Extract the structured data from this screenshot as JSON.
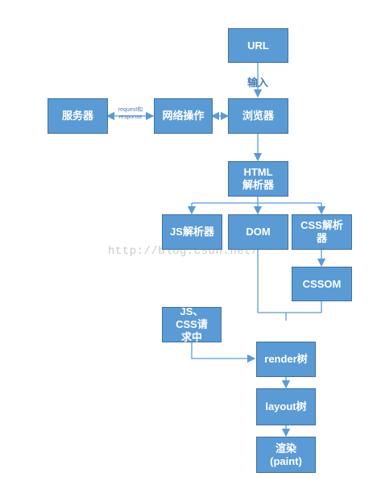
{
  "nodes": {
    "url": "URL",
    "browser": "浏览器",
    "network": "网络操作",
    "server": "服务器",
    "html_parser": "HTML解析器",
    "js_parser": "JS解析器",
    "dom": "DOM",
    "css_parser": "CSS解析器",
    "cssom": "CSSOM",
    "js_css_request": "JS、CSS请求中",
    "render_tree": "render树",
    "layout_tree": "layout树",
    "paint": "渲染(paint)"
  },
  "edge_labels": {
    "input": "输入",
    "request_line1": "request和",
    "request_line2": "response"
  },
  "watermark": "http://blog.csdn.net/",
  "colors": {
    "node_fill": "#5b9bd5",
    "node_border": "#41719c",
    "connector": "#5b9bd5"
  }
}
